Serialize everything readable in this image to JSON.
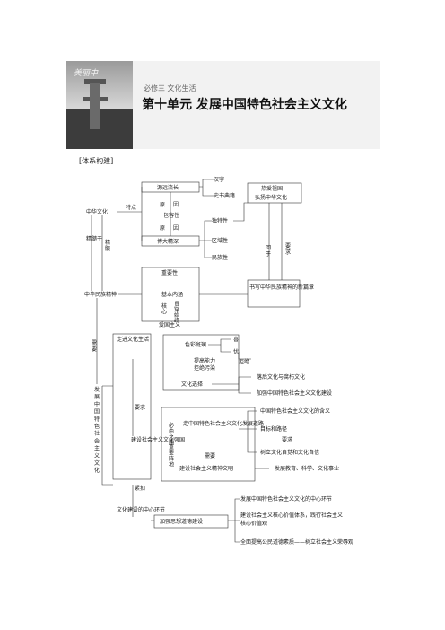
{
  "header": {
    "subtitle": "必修三  文化生活",
    "title": "第十单元    发展中国特色社会主义文化",
    "calligraphy": "美丽中"
  },
  "section_label": "[体系构建]",
  "diagram": {
    "n_zhonghua": "中华文化",
    "e_tedian": "特点",
    "n_yuanyuan": "源远流长",
    "n_hanzi": "汉字",
    "n_shishu": "史书典籍",
    "e_yin1": "原",
    "e_yin2": "因",
    "n_baorong": "包容性",
    "e_yin3": "原",
    "e_yin4": "因",
    "n_dujie": "独特性",
    "n_boda": "博大精深",
    "n_quyu": "区域性",
    "n_minzu": "民族性",
    "n_reai": "热爱祖国",
    "n_hongyang": "弘扬中华文化",
    "e_hecui": "精髓于",
    "e_jingsui": "精髓",
    "e_yaoqiu1": "要求",
    "e_tiyu": "回于",
    "n_zhongyao": "重要性",
    "n_jingshen": "中华民族精神",
    "n_jiben": "基本内涵",
    "n_shuxie": "书写中华民族精神的新篇章",
    "e_hexin": "核心",
    "e_zhuyao": "贯穿始终",
    "n_aiguo": "爱国主义",
    "e_xuyao": "需要",
    "n_zoujin": "走进文化生活",
    "n_fazhan": "发展中国特色社会主义文化",
    "n_sezai": "色彩斑斓",
    "n_xi": "喜",
    "n_you": "忧",
    "e_tigao": "提高能力",
    "e_dizhi": "拒绝污染",
    "e_juju": "拒绝",
    "n_wenhuaxz": "文化选择",
    "n_luohou": "落后文化与腐朽文化",
    "n_jiaqiang": "加强中国特色社会主义文化建设",
    "e_yaoqiu2": "要求",
    "n_zou": "走中国特色社会主义文化发展道路",
    "e_biyou": "必由之路",
    "n_hanyi": "中国特色社会主义文化的含义",
    "n_mubiao": "目标和路径",
    "e_yaoqiu3": "要求",
    "n_jianshe": "建设社会主义文化强国",
    "n_shuli": "树立文化自觉和文化自信",
    "e_zhongyao": "重要阵地",
    "e_xuyao2": "需要",
    "n_jingshenwm": "建设社会主义精神文明",
    "n_fazhanjy": "发展教育、科学、文化事业",
    "e_jinkou": "紧扣",
    "n_zhongxin": "文化建设的中心环节",
    "n_jiaqiangsx": "加强思想道德建设",
    "n_r1": "发展中国特色社会主义文化的中心环节",
    "n_r2a": "建设社会主义核心价值体系，践行社会主义",
    "n_r2b": "核心价值观",
    "n_r3": "全面提高公民道德素质——树立社会主义荣辱观"
  }
}
